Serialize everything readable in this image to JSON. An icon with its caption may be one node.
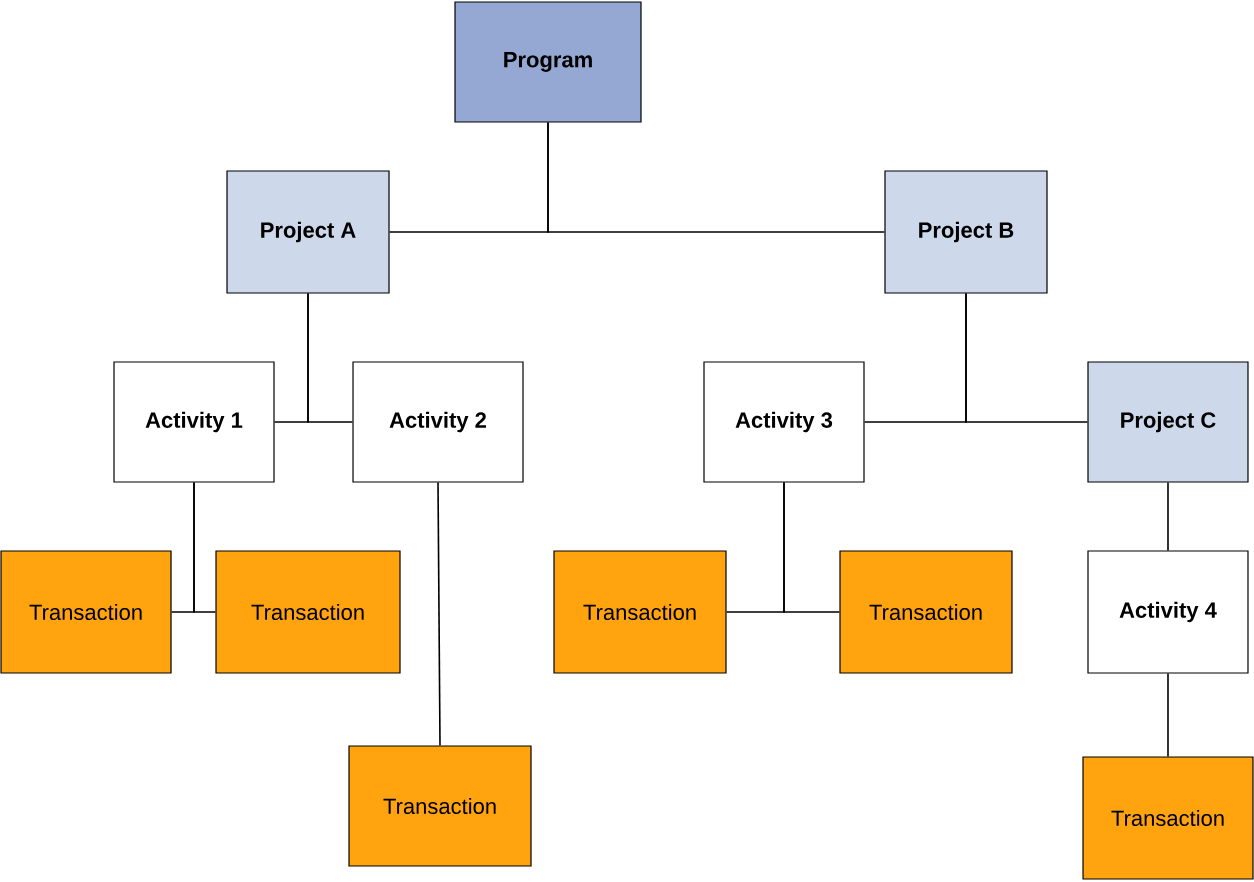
{
  "diagram": {
    "nodes": [
      {
        "text": [
          "Program"
        ]
      },
      {
        "text": [
          "Project A"
        ]
      },
      {
        "text": [
          "Project B"
        ]
      },
      {
        "text": [
          "Activity 1"
        ]
      },
      {
        "text": [
          "Activity 2"
        ]
      },
      {
        "text": [
          "Activity 3"
        ]
      },
      {
        "text": [
          "Project C"
        ]
      },
      {
        "text": [
          "Transaction"
        ]
      },
      {
        "text": [
          "Transaction"
        ]
      },
      {
        "text": [
          "Transaction"
        ]
      },
      {
        "text": [
          "Transaction"
        ]
      },
      {
        "text": [
          "Activity 4"
        ]
      },
      {
        "text": [
          "Transaction"
        ]
      },
      {
        "text": [
          "Transaction"
        ]
      }
    ],
    "edges": [
      {
        "from": 0,
        "to": 1,
        "arrow": "none"
      },
      {
        "from": 0,
        "to": 2,
        "arrow": "none"
      },
      {
        "from": 1,
        "to": 3,
        "arrow": "none"
      },
      {
        "from": 1,
        "to": 4,
        "arrow": "none"
      },
      {
        "from": 3,
        "to": 7,
        "arrow": "none"
      },
      {
        "from": 3,
        "to": 8,
        "arrow": "none"
      },
      {
        "from": 4,
        "to": 12,
        "arrow": "none"
      },
      {
        "from": 2,
        "to": 5,
        "arrow": "none"
      },
      {
        "from": 2,
        "to": 6,
        "arrow": "none"
      },
      {
        "from": 5,
        "to": 9,
        "arrow": "none"
      },
      {
        "from": 5,
        "to": 10,
        "arrow": "none"
      },
      {
        "from": 6,
        "to": 11,
        "arrow": "none"
      },
      {
        "from": 11,
        "to": 13,
        "arrow": "none"
      }
    ]
  }
}
